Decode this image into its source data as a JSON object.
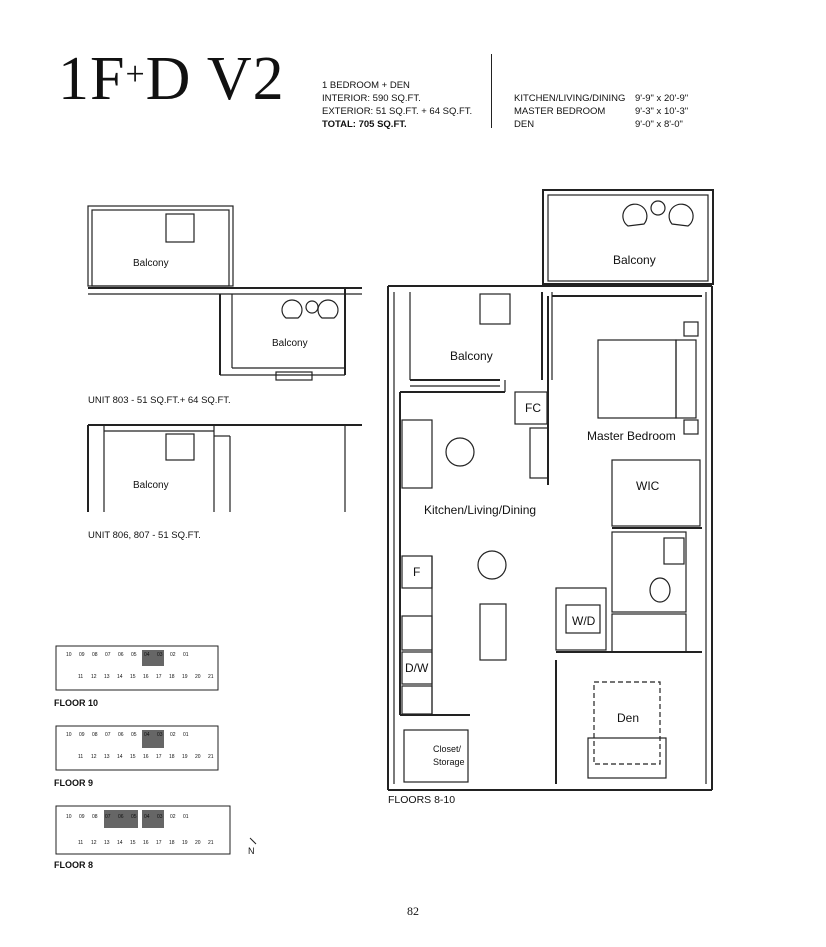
{
  "title": {
    "main": "1F",
    "plus": "+",
    "suffix": "D V2"
  },
  "specs": {
    "type": "1 BEDROOM + DEN",
    "interior": "INTERIOR: 590 SQ.FT.",
    "exterior": "EXTERIOR: 51 SQ.FT. + 64 SQ.FT.",
    "total": "TOTAL: 705 SQ.FT."
  },
  "dimensions": [
    {
      "room": "KITCHEN/LIVING/DINING",
      "size": "9'-9\" x 20'-9\""
    },
    {
      "room": "MASTER BEDROOM",
      "size": "9'-3\" x 10'-3\""
    },
    {
      "room": "DEN",
      "size": "9'-0\" x 8'-0\""
    }
  ],
  "rooms": {
    "balcony": "Balcony",
    "master_bedroom": "Master Bedroom",
    "wic": "WIC",
    "kitchen": "Kitchen/Living/Dining",
    "fc": "FC",
    "f": "F",
    "wd": "W/D",
    "dw": "D/W",
    "den": "Den",
    "closet1": "Closet/",
    "closet2": "Storage"
  },
  "captions": {
    "unit803": "UNIT 803 - 51 SQ.FT.+ 64 SQ.FT.",
    "unit806": "UNIT 806, 807 - 51 SQ.FT.",
    "floors": "FLOORS 8-10"
  },
  "keyplans": [
    {
      "label": "FLOOR 10",
      "units_top": [
        "10",
        "09",
        "08",
        "07",
        "06",
        "05",
        "04",
        "03",
        "02",
        "01"
      ],
      "units_bottom": [
        "11",
        "12",
        "13",
        "14",
        "15",
        "16",
        "17",
        "18",
        "19",
        "20",
        "21"
      ]
    },
    {
      "label": "FLOOR 9",
      "units_top": [
        "10",
        "09",
        "08",
        "07",
        "06",
        "05",
        "04",
        "03",
        "02",
        "01"
      ],
      "units_bottom": [
        "11",
        "12",
        "13",
        "14",
        "15",
        "16",
        "17",
        "18",
        "19",
        "20",
        "21"
      ]
    },
    {
      "label": "FLOOR 8",
      "units_top": [
        "10",
        "09",
        "08",
        "07",
        "06",
        "05",
        "04",
        "03",
        "02",
        "01"
      ],
      "units_bottom": [
        "11",
        "12",
        "13",
        "14",
        "15",
        "16",
        "17",
        "18",
        "19",
        "20",
        "21"
      ]
    }
  ],
  "north": "N",
  "page_number": "82"
}
